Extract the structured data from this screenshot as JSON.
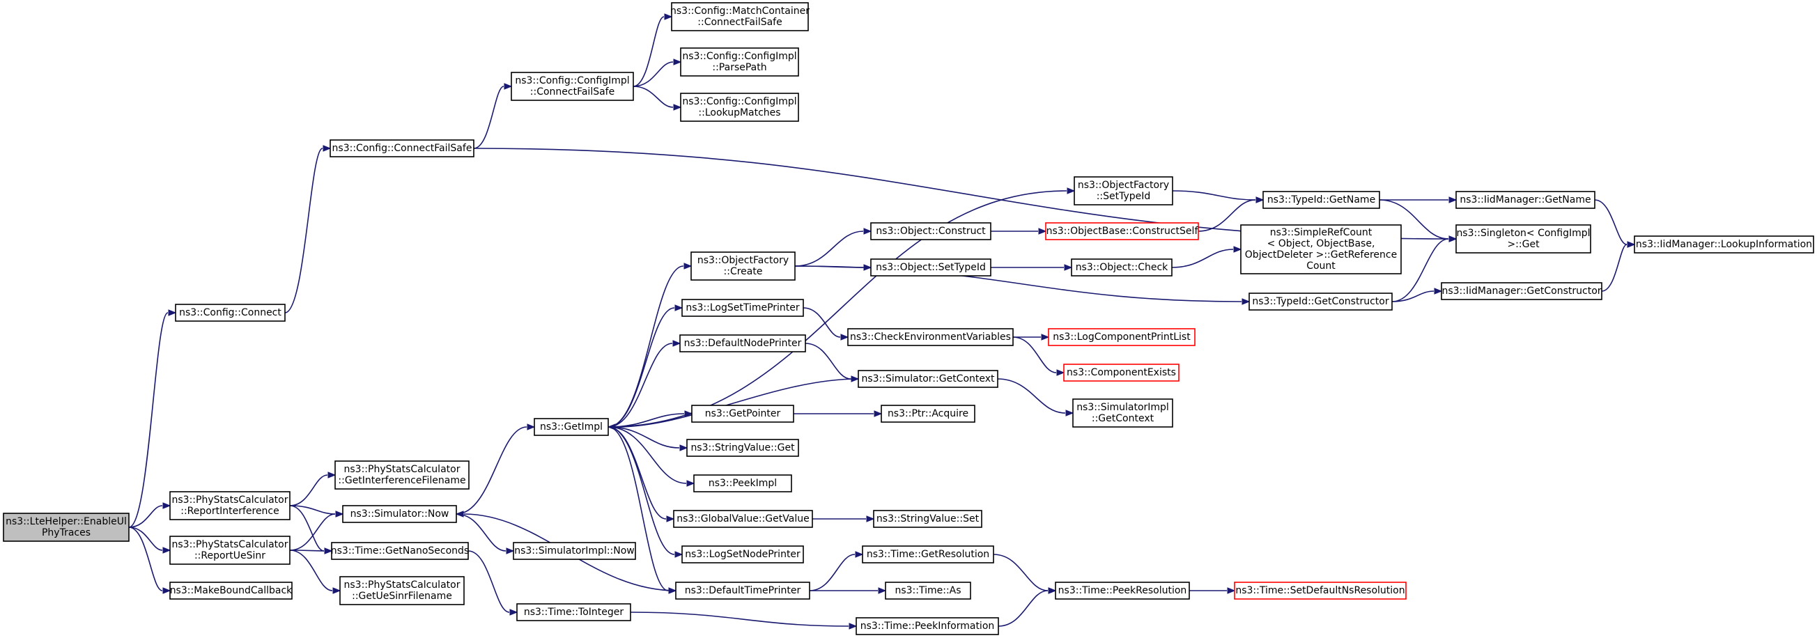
{
  "diagram": {
    "nodes": {
      "root": [
        "ns3::LteHelper::EnableUl",
        "PhyTraces"
      ],
      "config_connect": [
        "ns3::Config::Connect"
      ],
      "config_connectfailsafe": [
        "ns3::Config::ConnectFailSafe"
      ],
      "configimpl_connectfailsafe": [
        "ns3::Config::ConfigImpl",
        "::ConnectFailSafe"
      ],
      "matchcontainer_connectfailsafe": [
        "ns3::Config::MatchContainer",
        "::ConnectFailSafe"
      ],
      "configimpl_parsepath": [
        "ns3::Config::ConfigImpl",
        "::ParsePath"
      ],
      "configimpl_lookupmatches": [
        "ns3::Config::ConfigImpl",
        "::LookupMatches"
      ],
      "psc_reportinterference": [
        "ns3::PhyStatsCalculator",
        "::ReportInterference"
      ],
      "psc_getinterferencefilename": [
        "ns3::PhyStatsCalculator",
        "::GetInterferenceFilename"
      ],
      "psc_reportuesinr": [
        "ns3::PhyStatsCalculator",
        "::ReportUeSinr"
      ],
      "psc_getuesinrfilename": [
        "ns3::PhyStatsCalculator",
        "::GetUeSinrFilename"
      ],
      "makeboundcallback": [
        "ns3::MakeBoundCallback"
      ],
      "simulator_now": [
        "ns3::Simulator::Now"
      ],
      "time_getnanoseconds": [
        "ns3::Time::GetNanoSeconds"
      ],
      "simulatorimpl_now": [
        "ns3::SimulatorImpl::Now"
      ],
      "time_tointeger": [
        "ns3::Time::ToInteger"
      ],
      "getimpl": [
        "ns3::GetImpl"
      ],
      "objectfactory_settypeid": [
        "ns3::ObjectFactory",
        "::SetTypeId"
      ],
      "objectfactory_create": [
        "ns3::ObjectFactory",
        "::Create"
      ],
      "logsettimeprinter": [
        "ns3::LogSetTimePrinter"
      ],
      "defaultnodeprinter": [
        "ns3::DefaultNodePrinter"
      ],
      "getpointer": [
        "ns3::GetPointer"
      ],
      "stringvalue_get": [
        "ns3::StringValue::Get"
      ],
      "peekimpl": [
        "ns3::PeekImpl"
      ],
      "globalvalue_getvalue": [
        "ns3::GlobalValue::GetValue"
      ],
      "logsetnodeprinter": [
        "ns3::LogSetNodePrinter"
      ],
      "defaulttimeprinter": [
        "ns3::DefaultTimePrinter"
      ],
      "object_construct": [
        "ns3::Object::Construct"
      ],
      "object_settypeid": [
        "ns3::Object::SetTypeId"
      ],
      "checkenvironmentvariables": [
        "ns3::CheckEnvironmentVariables"
      ],
      "simulator_getcontext": [
        "ns3::Simulator::GetContext"
      ],
      "ptr_acquire": [
        "ns3::Ptr::Acquire"
      ],
      "stringvalue_set": [
        "ns3::StringValue::Set"
      ],
      "time_getresolution": [
        "ns3::Time::GetResolution"
      ],
      "time_as": [
        "ns3::Time::As"
      ],
      "time_peekinformation": [
        "ns3::Time::PeekInformation"
      ],
      "objectbase_constructself": [
        "ns3::ObjectBase::ConstructSelf"
      ],
      "object_check": [
        "ns3::Object::Check"
      ],
      "logcomponentprintlist": [
        "ns3::LogComponentPrintList"
      ],
      "componentexists": [
        "ns3::ComponentExists"
      ],
      "simulatorimpl_getcontext": [
        "ns3::SimulatorImpl",
        "::GetContext"
      ],
      "time_peekresolution": [
        "ns3::Time::PeekResolution"
      ],
      "typeid_getname": [
        "ns3::TypeId::GetName"
      ],
      "simplerefcount_getreferencecount": [
        "ns3::SimpleRefCount",
        "< Object, ObjectBase,",
        " ObjectDeleter >::GetReference",
        "Count"
      ],
      "typeid_getconstructor": [
        "ns3::TypeId::GetConstructor"
      ],
      "time_setdefaultnsresolution": [
        "ns3::Time::SetDefaultNsResolution"
      ],
      "iidmanager_getname": [
        "ns3::IidManager::GetName"
      ],
      "singleton_configimpl_get": [
        "ns3::Singleton< ConfigImpl",
        " >::Get"
      ],
      "iidmanager_getconstructor": [
        "ns3::IidManager::GetConstructor"
      ],
      "iidmanager_lookupinformation": [
        "ns3::IidManager::LookupInformation"
      ]
    }
  }
}
